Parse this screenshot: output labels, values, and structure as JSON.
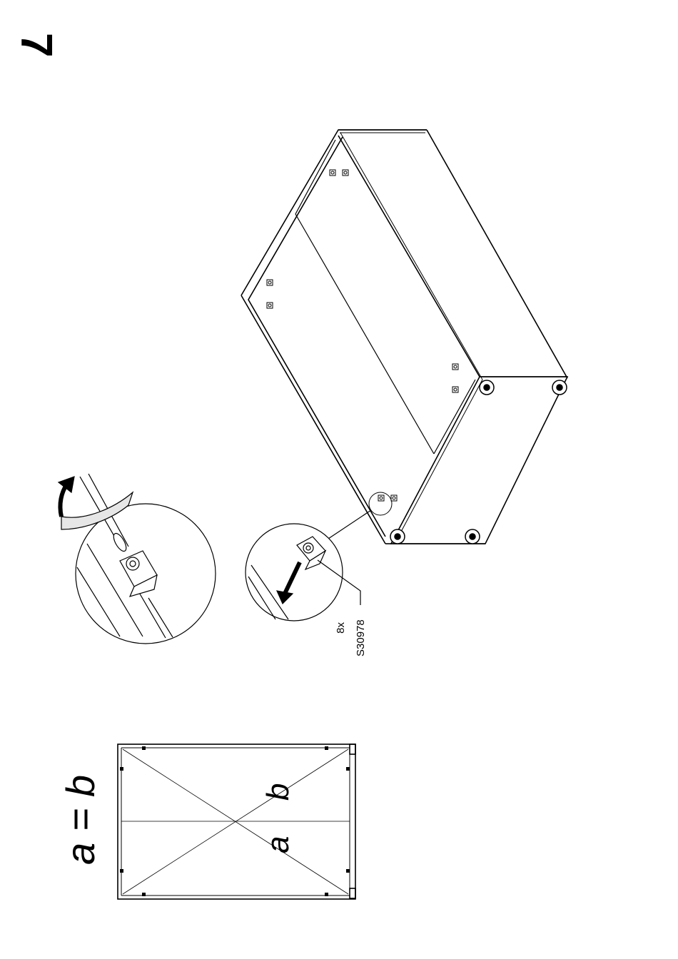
{
  "step": {
    "number": "7"
  },
  "part_callout": {
    "quantity": "8x",
    "part_code": "S30978"
  },
  "diagonal_check": {
    "equation": "a = b",
    "label_a": "a",
    "label_b": "b"
  },
  "icons": {
    "screwdriver": "screwdriver-icon",
    "rotate_arrow": "rotate-arrow-icon",
    "insert_arrow": "insert-arrow-icon",
    "cam_fitting": "cam-fitting-icon"
  },
  "colors": {
    "ink": "#000000",
    "paper": "#ffffff"
  }
}
